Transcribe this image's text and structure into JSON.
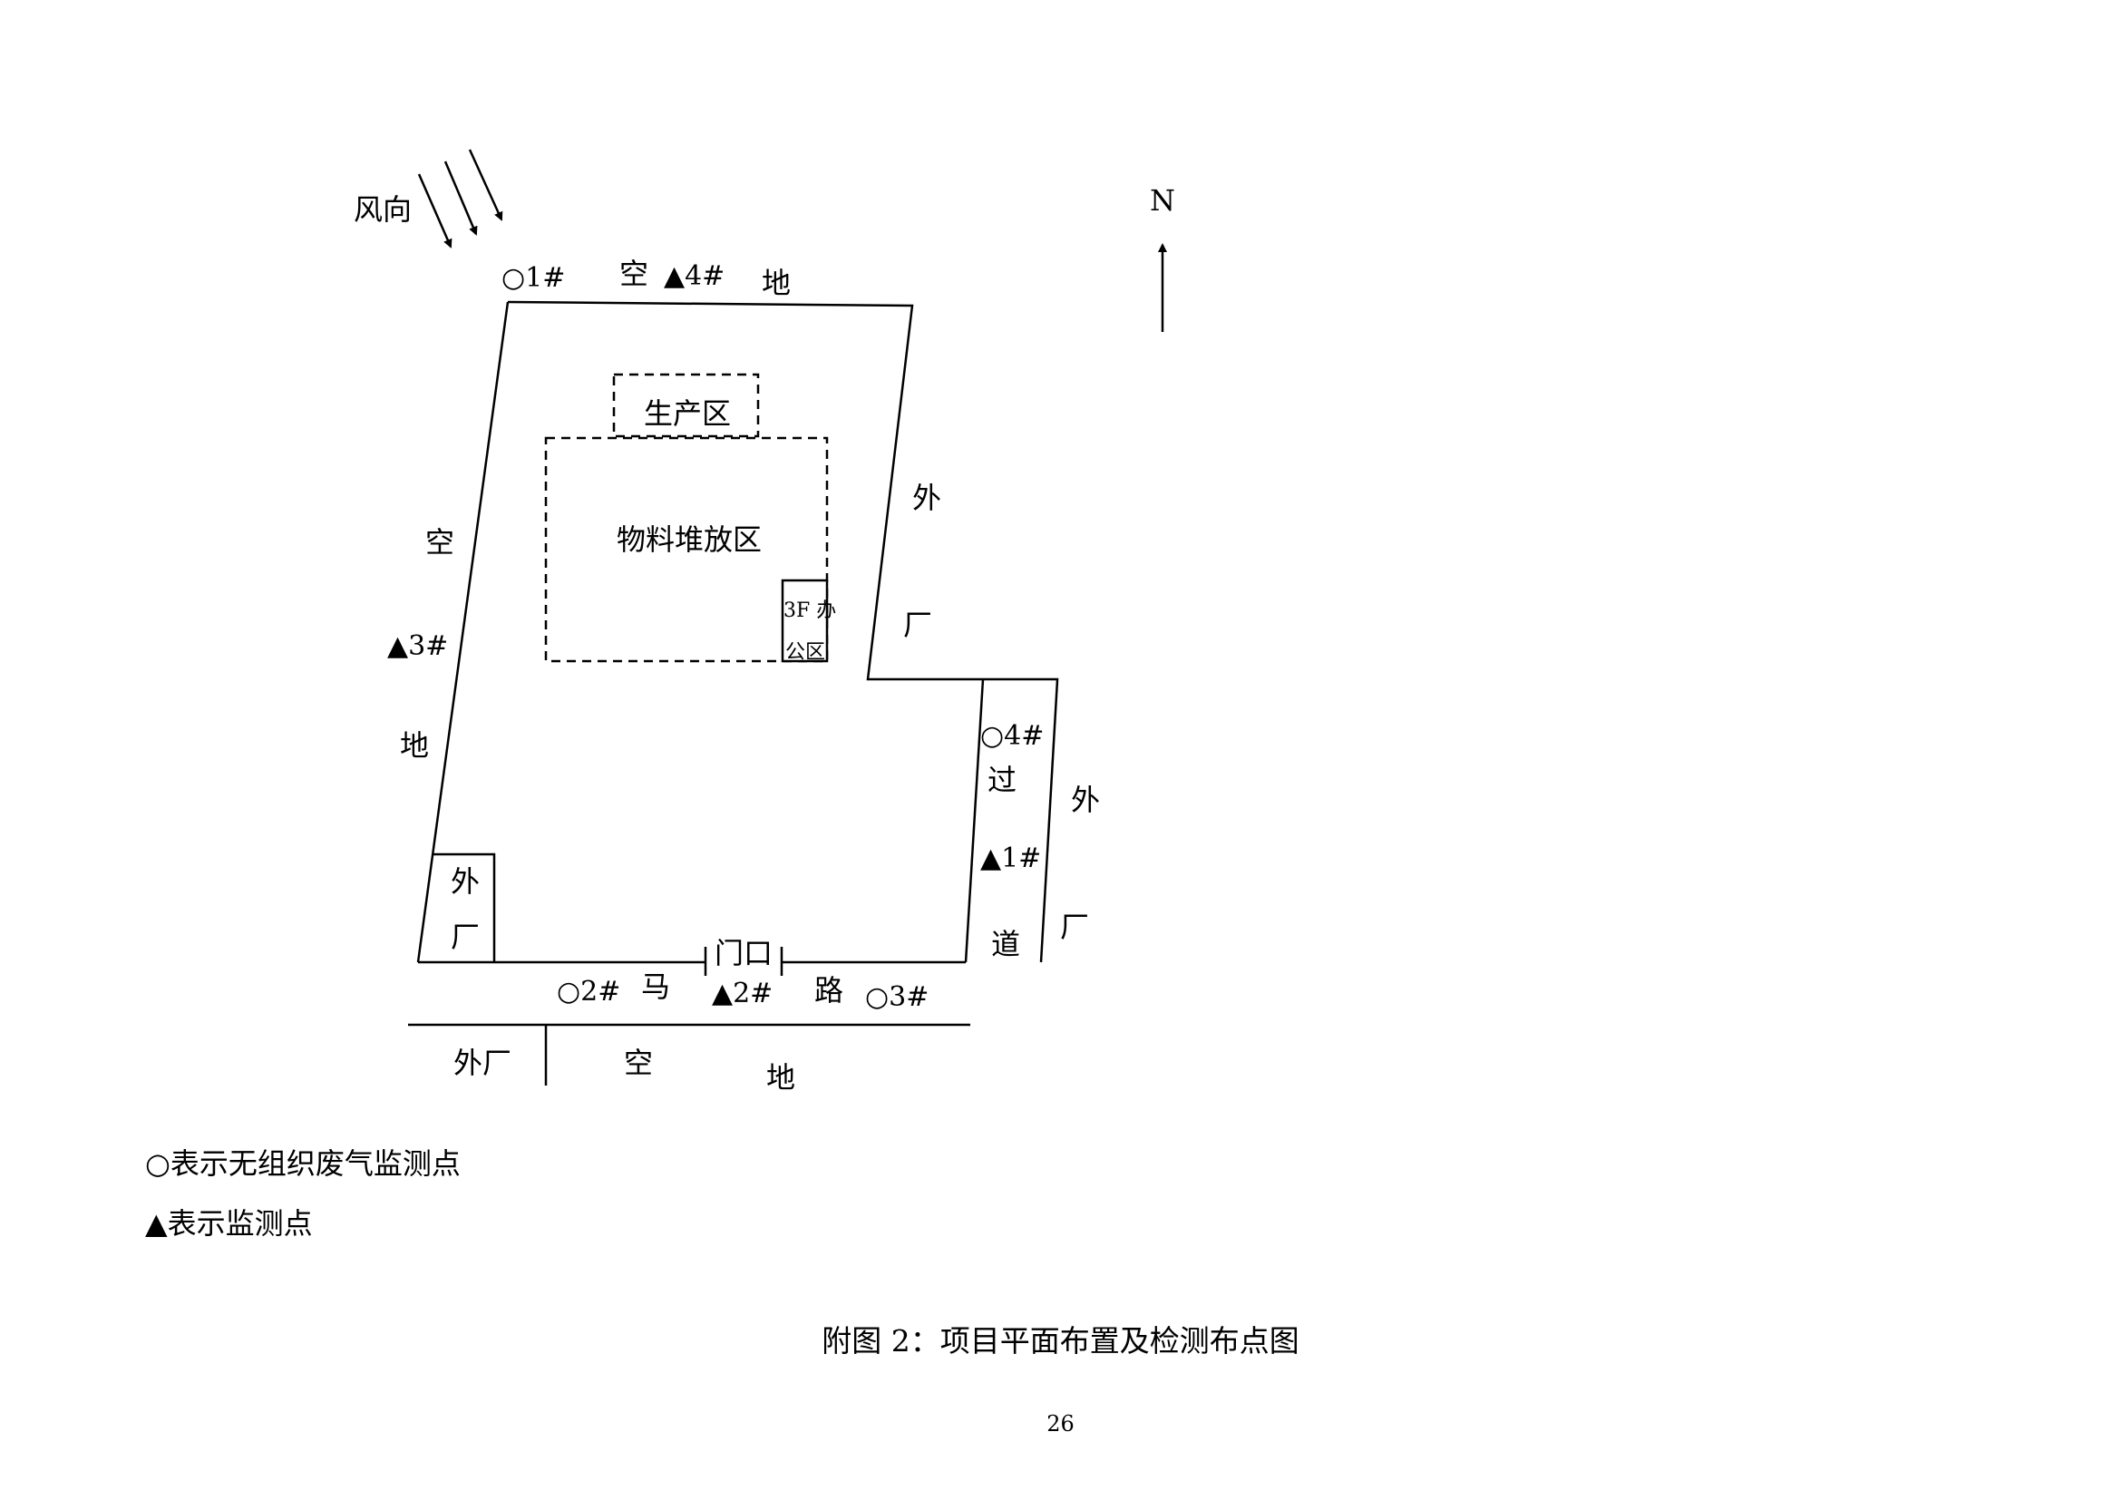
{
  "wind": {
    "label": "风向"
  },
  "north": {
    "label": "N"
  },
  "labels": {
    "north_kong": "空",
    "north_di": "地",
    "west_kong": "空",
    "west_di": "地",
    "east_wai": "外",
    "east_chang": "厂",
    "guo": "过",
    "dao": "道",
    "far_wai": "外",
    "far_chang": "厂",
    "corner_wai": "外",
    "corner_chang": "厂",
    "gate": "门口",
    "road_ma": "马",
    "road_lu": "路",
    "bottom_waichang": "外厂",
    "bottom_kong": "空",
    "bottom_di": "地"
  },
  "zones": {
    "production": "生产区",
    "storage": "物料堆放区",
    "office_line1": "3F 办",
    "office_line2": "公区"
  },
  "points": {
    "o1": "○1#",
    "t4": "▲4#",
    "t3": "▲3#",
    "o4": "○4#",
    "t1": "▲1#",
    "o2": "○2#",
    "t2": "▲2#",
    "o3": "○3#"
  },
  "legend": {
    "circle": "○表示无组织废气监测点",
    "triangle": "▲表示监测点"
  },
  "caption": "附图 2：项目平面布置及检测布点图",
  "page_number": "26"
}
